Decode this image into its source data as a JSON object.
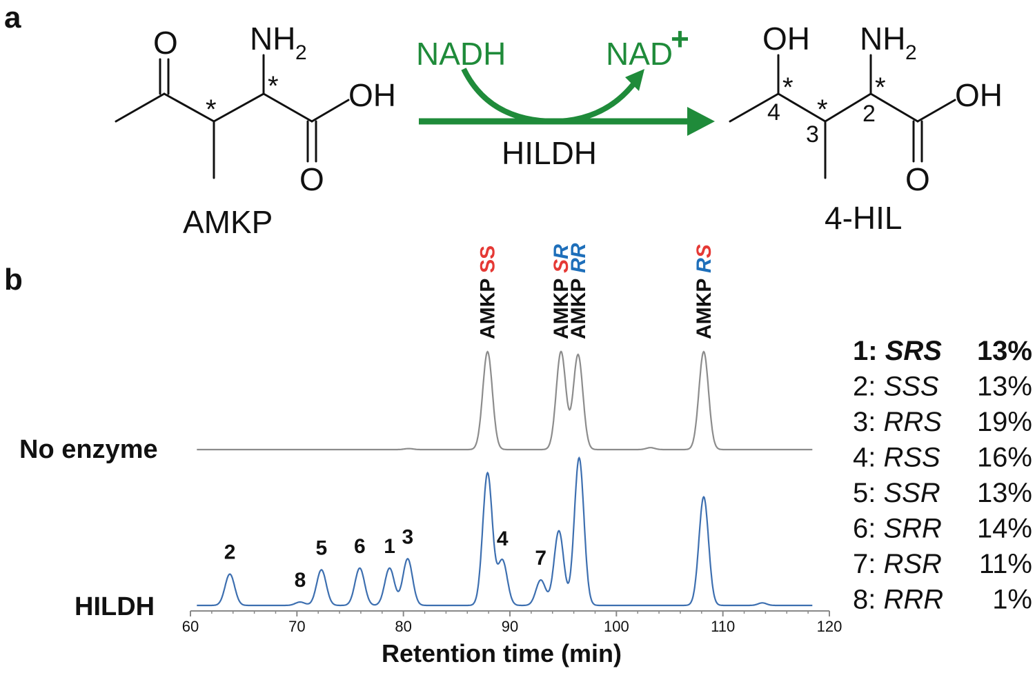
{
  "panel_labels": {
    "a": "a",
    "b": "b"
  },
  "reaction": {
    "substrate": {
      "name": "AMKP",
      "atoms": {
        "O": "O",
        "NH": "NH",
        "NH_sub": "2",
        "OH": "OH",
        "O2": "O"
      },
      "stars": [
        "*",
        "*"
      ]
    },
    "product": {
      "name": "4-HIL",
      "atoms": {
        "OH_top": "OH",
        "NH": "NH",
        "NH_sub": "2",
        "OH": "OH",
        "O2": "O"
      },
      "stars": [
        "*",
        "*",
        "*"
      ],
      "locants": [
        "4",
        "3",
        "2"
      ]
    },
    "cofactor_in": "NADH",
    "cofactor_out": "NAD",
    "cofactor_out_sup": "+",
    "enzyme": "HILDH",
    "colors": {
      "arrow": "#1f8b3a",
      "text": "#111111"
    }
  },
  "chart_data": {
    "type": "line",
    "xlabel": "Retention time (min)",
    "xlim": [
      60,
      120
    ],
    "xticks": [
      60,
      70,
      80,
      90,
      100,
      110,
      120
    ],
    "series": [
      {
        "name": "No enzyme",
        "color": "#8c8c8c",
        "baseline": 0,
        "peaks": [
          {
            "rt": 87.9,
            "height": 1.0,
            "width": 0.45
          },
          {
            "rt": 94.8,
            "height": 1.0,
            "width": 0.45
          },
          {
            "rt": 96.4,
            "height": 0.97,
            "width": 0.45
          },
          {
            "rt": 108.2,
            "height": 1.0,
            "width": 0.45
          },
          {
            "rt": 103.2,
            "height": 0.02,
            "width": 0.4
          },
          {
            "rt": 80.5,
            "height": 0.01,
            "width": 0.4
          }
        ],
        "annotations": [
          {
            "rt": 87.9,
            "prefix": "AMKP ",
            "config": "SS",
            "config_colors": [
              "#e53935",
              "#e53935"
            ],
            "italic": false
          },
          {
            "rt": 94.8,
            "prefix": "AMKP ",
            "config": "SR",
            "config_colors": [
              "#e53935",
              "#1e6fba"
            ],
            "italic": true
          },
          {
            "rt": 96.4,
            "prefix": "AMKP ",
            "config": "RR",
            "config_colors": [
              "#1e6fba",
              "#1e6fba"
            ],
            "italic": true
          },
          {
            "rt": 108.2,
            "prefix": "AMKP ",
            "config": "RS",
            "config_colors": [
              "#1e6fba",
              "#e53935"
            ],
            "italic": true
          }
        ]
      },
      {
        "name": "HILDH",
        "color": "#3d6fb0",
        "baseline": 0,
        "peaks": [
          {
            "rt": 63.7,
            "height": 0.37,
            "width": 0.45,
            "label": "2"
          },
          {
            "rt": 70.3,
            "height": 0.04,
            "width": 0.45,
            "label": "8"
          },
          {
            "rt": 72.3,
            "height": 0.42,
            "width": 0.45,
            "label": "5"
          },
          {
            "rt": 75.9,
            "height": 0.44,
            "width": 0.45,
            "label": "6"
          },
          {
            "rt": 78.7,
            "height": 0.44,
            "width": 0.45,
            "label": "1"
          },
          {
            "rt": 80.4,
            "height": 0.55,
            "width": 0.45,
            "label": "3"
          },
          {
            "rt": 87.9,
            "height": 1.56,
            "width": 0.45
          },
          {
            "rt": 89.3,
            "height": 0.53,
            "width": 0.45,
            "label": "4"
          },
          {
            "rt": 92.9,
            "height": 0.3,
            "width": 0.45,
            "label": "7"
          },
          {
            "rt": 94.6,
            "height": 0.88,
            "width": 0.45
          },
          {
            "rt": 96.5,
            "height": 1.74,
            "width": 0.45
          },
          {
            "rt": 108.2,
            "height": 1.28,
            "width": 0.45
          },
          {
            "rt": 113.7,
            "height": 0.03,
            "width": 0.4
          }
        ]
      }
    ],
    "legend": [
      {
        "num": "1: ",
        "config": "SRS",
        "pct": "13%",
        "bold": true
      },
      {
        "num": "2: ",
        "config": "SSS",
        "pct": "13%",
        "bold": false
      },
      {
        "num": "3: ",
        "config": "RRS",
        "pct": "19%",
        "bold": false
      },
      {
        "num": "4: ",
        "config": "RSS",
        "pct": "16%",
        "bold": false
      },
      {
        "num": "5: ",
        "config": "SSR",
        "pct": "13%",
        "bold": false
      },
      {
        "num": "6: ",
        "config": "SRR",
        "pct": "14%",
        "bold": false
      },
      {
        "num": "7: ",
        "config": "RSR",
        "pct": "11%",
        "bold": false
      },
      {
        "num": "8: ",
        "config": "RRR",
        "pct": "1%",
        "bold": false
      }
    ],
    "legend_placement": "right"
  }
}
